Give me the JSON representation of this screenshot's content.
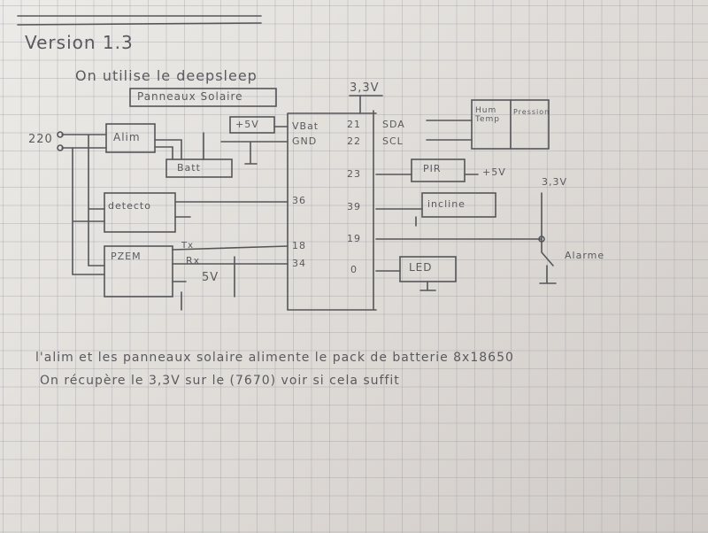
{
  "title": "Version 1.3",
  "subtitle": "On utilise le deepsleep",
  "solar_panel": "Panneaux Solaire",
  "supply_voltage": "3,3V",
  "mains": "220",
  "blocks": {
    "alim": "Alim",
    "batt": "Batt",
    "plus5v_box": "+5V",
    "detecteur": "detecto",
    "pzem": "PZEM",
    "hum_temp": "Hum Temp",
    "pression": "Pression",
    "pir": "PIR",
    "incline": "incline",
    "led": "LED",
    "alarme": "Alarme"
  },
  "esp_left_pins": [
    "VBat",
    "GND",
    "36",
    "18",
    "34"
  ],
  "esp_right_pins": [
    "21",
    "22",
    "23",
    "39",
    "19",
    "0"
  ],
  "bus_labels": [
    "SDA",
    "SCL"
  ],
  "pzem_labels": [
    "Tx",
    "Rx",
    "5V"
  ],
  "pir_supply": "+5V",
  "alarm_supply": "3,3V",
  "notes": [
    "l'alim et les panneaux solaire alimente le pack de batterie 8x18650",
    "On récupère le 3,3V sur le (7670) voir si cela suffit"
  ]
}
